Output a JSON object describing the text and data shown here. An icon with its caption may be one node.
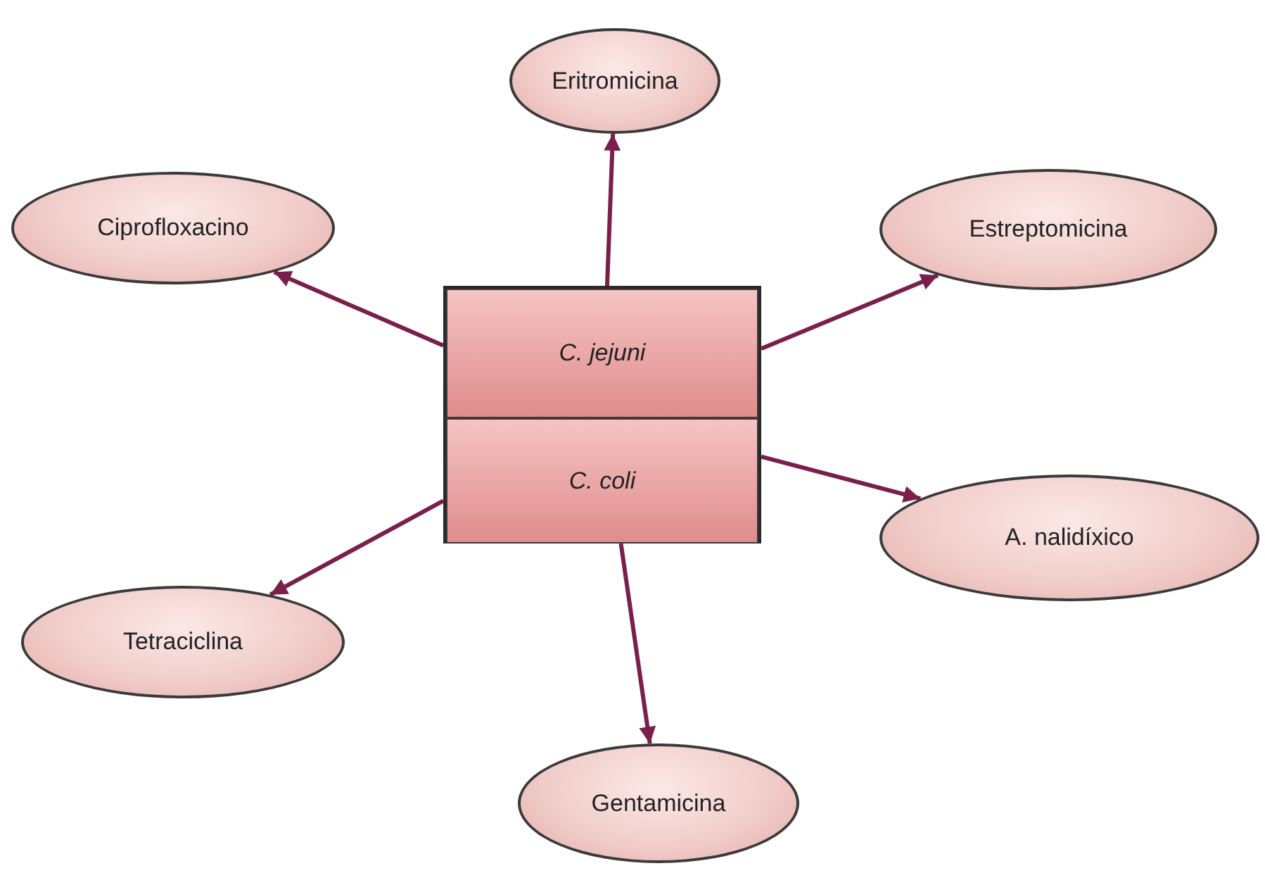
{
  "diagram": {
    "nodes": [
      {
        "text": [
          "Eritromicina"
        ]
      },
      {
        "text": [
          "Ciprofloxacino"
        ]
      },
      {
        "text": [
          "Estreptomicina"
        ]
      },
      {
        "text": [],
        "shape": "box"
      },
      {
        "text": [
          "C. jejuni"
        ],
        "in": 3
      },
      {
        "text": [
          "C. coli"
        ],
        "in": 3
      },
      {
        "text": [
          "A. nalidíxico"
        ]
      },
      {
        "text": [
          "Tetraciclina"
        ]
      },
      {
        "text": [
          "Gentamicina"
        ]
      }
    ],
    "edges": [
      {
        "from": 3,
        "to": 0,
        "arrow": "to"
      },
      {
        "from": 3,
        "to": 1,
        "arrow": "to"
      },
      {
        "from": 3,
        "to": 2,
        "arrow": "to"
      },
      {
        "from": 3,
        "to": 6,
        "arrow": "to"
      },
      {
        "from": 3,
        "to": 7,
        "arrow": "to"
      },
      {
        "from": 3,
        "to": 8,
        "arrow": "to"
      }
    ]
  }
}
